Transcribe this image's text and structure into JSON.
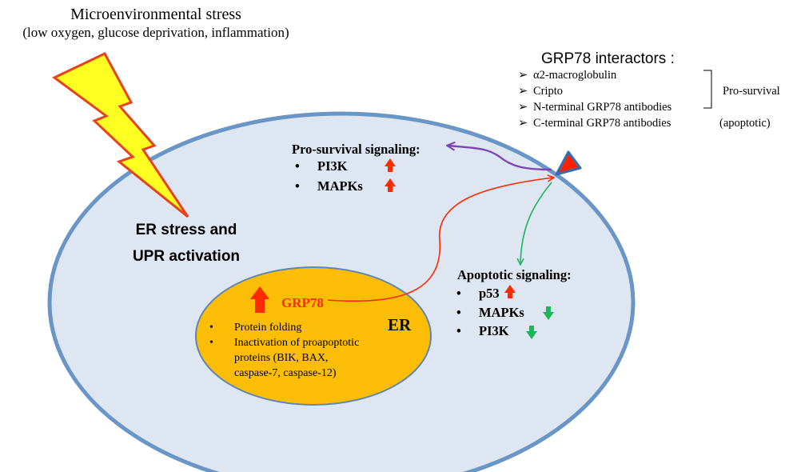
{
  "stress": {
    "title": "Microenvironmental stress",
    "subtitle": "(low oxygen, glucose deprivation, inflammation)"
  },
  "cell": {
    "er_stress_line1": "ER stress and",
    "er_stress_line2": "UPR activation"
  },
  "er": {
    "label": "ER",
    "grp78": "GRP78",
    "functions": [
      "Protein folding",
      "Inactivation of proapoptotic",
      "proteins (BIK, BAX,",
      "caspase-7, caspase-12)"
    ],
    "bullet": "•"
  },
  "interactors": {
    "title": "GRP78 interactors :",
    "marker": "➢",
    "items": [
      "α2-macroglobulin",
      "Cripto",
      "N-terminal GRP78 antibodies",
      "C-terminal GRP78 antibodies"
    ],
    "prosurvival_label": "Pro-survival",
    "apoptotic_label": "(apoptotic)"
  },
  "prosurvival": {
    "title": "Pro-survival signaling:",
    "items": [
      {
        "label": "PI3K",
        "direction": "up"
      },
      {
        "label": "MAPKs",
        "direction": "up"
      }
    ]
  },
  "apoptotic": {
    "title": "Apoptotic signaling:",
    "items": [
      {
        "label": "p53",
        "direction": "up"
      },
      {
        "label": "MAPKs",
        "direction": "down"
      },
      {
        "label": "PI3K",
        "direction": "down"
      }
    ]
  },
  "colors": {
    "cell_fill": "#dde6f1",
    "cell_stroke": "#6a95c7",
    "er_fill": "#fcbd07",
    "er_stroke": "#5f86b3",
    "bolt_fill": "#ffff22",
    "bolt_stroke": "#e8421c",
    "red": "#ff2a00",
    "green": "#1db65b",
    "purple": "#7c45b5",
    "receptor_fill": "#ff2200",
    "receptor_stroke": "#2e6fb8"
  }
}
